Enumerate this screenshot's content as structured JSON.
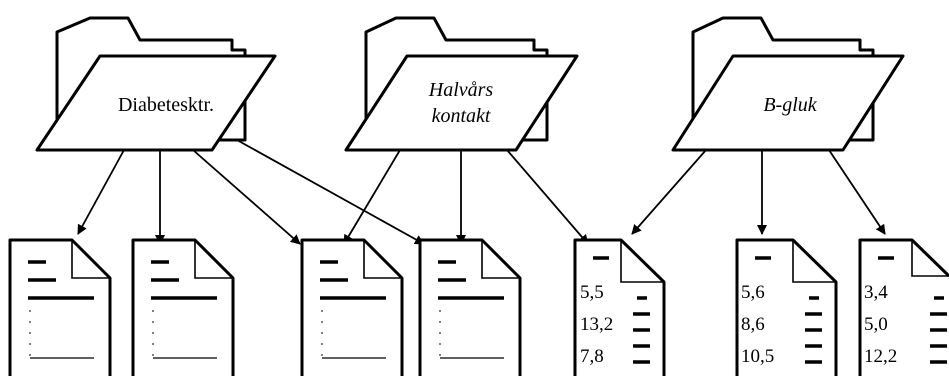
{
  "folders": [
    {
      "id": "diabetes",
      "label": "Diabetesktr.",
      "italic": false
    },
    {
      "id": "halvars",
      "label_line1": "Halvårs",
      "label_line2": "kontakt",
      "italic": true
    },
    {
      "id": "bgluk",
      "label": "B-gluk",
      "italic": true
    }
  ],
  "documents": [
    {
      "id": "doc1",
      "values": []
    },
    {
      "id": "doc2",
      "values": []
    },
    {
      "id": "doc3",
      "values": []
    },
    {
      "id": "doc4",
      "values": []
    },
    {
      "id": "doc5",
      "values": [
        "5,5",
        "13,2",
        "7,8"
      ]
    },
    {
      "id": "doc6",
      "values": [
        "5,6",
        "8,6",
        "10,5"
      ]
    },
    {
      "id": "doc7",
      "values": [
        "3,4",
        "5,0",
        "12,2"
      ]
    }
  ],
  "links": [
    {
      "from": "diabetes",
      "to": "doc1"
    },
    {
      "from": "diabetes",
      "to": "doc2"
    },
    {
      "from": "diabetes",
      "to": "doc3"
    },
    {
      "from": "diabetes",
      "to": "doc4"
    },
    {
      "from": "halvars",
      "to": "doc3"
    },
    {
      "from": "halvars",
      "to": "doc4"
    },
    {
      "from": "halvars",
      "to": "doc5"
    },
    {
      "from": "bgluk",
      "to": "doc5"
    },
    {
      "from": "bgluk",
      "to": "doc6"
    },
    {
      "from": "bgluk",
      "to": "doc7"
    }
  ]
}
